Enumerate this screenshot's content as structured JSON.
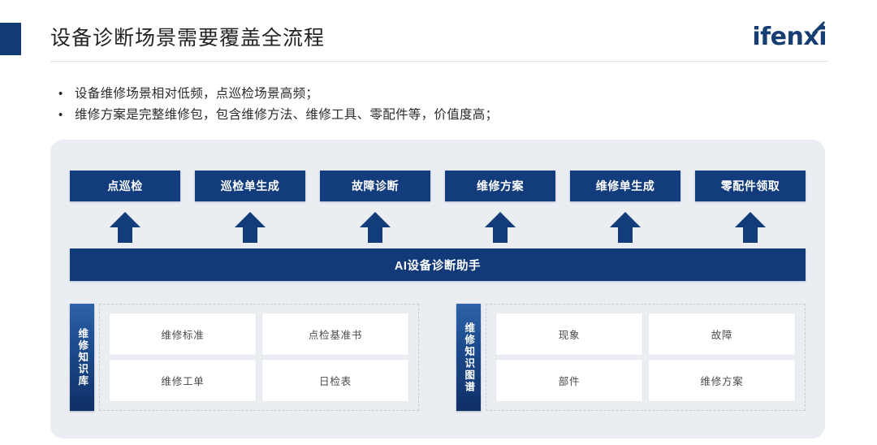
{
  "header": {
    "title": "设备诊断场景需要覆盖全流程",
    "brand": "ifenxi",
    "accent_color": "#123a74"
  },
  "bullets": [
    {
      "marker": "•",
      "text": "设备维修场景相对低频，点巡检场景高频；"
    },
    {
      "marker": "•",
      "text": "维修方案是完整维修包，包含维修方法、维修工具、零配件等，价值度高；"
    }
  ],
  "diagram": {
    "panel_color": "#eaedf2",
    "stage_box_color": "#133c7c",
    "stages": [
      {
        "label": "点巡检"
      },
      {
        "label": "巡检单生成"
      },
      {
        "label": "故障诊断"
      },
      {
        "label": "维修方案"
      },
      {
        "label": "维修单生成"
      },
      {
        "label": "零配件领取"
      }
    ],
    "arrows": [
      {
        "name": "arrow-up-icon-1"
      },
      {
        "name": "arrow-up-icon-2"
      },
      {
        "name": "arrow-up-icon-3"
      },
      {
        "name": "arrow-up-icon-4"
      },
      {
        "name": "arrow-up-icon-5"
      },
      {
        "name": "arrow-up-icon-6"
      }
    ],
    "ai_bar": {
      "label": "AI设备诊断助手",
      "color": "#123a78"
    },
    "knowledge_groups": [
      {
        "label": "维修知识库",
        "cards": [
          {
            "label": "维修标准"
          },
          {
            "label": "点检基准书"
          },
          {
            "label": "维修工单"
          },
          {
            "label": "日检表"
          }
        ]
      },
      {
        "label": "维修知识图谱",
        "cards": [
          {
            "label": "现象"
          },
          {
            "label": "故障"
          },
          {
            "label": "部件"
          },
          {
            "label": "维修方案"
          }
        ]
      }
    ]
  }
}
